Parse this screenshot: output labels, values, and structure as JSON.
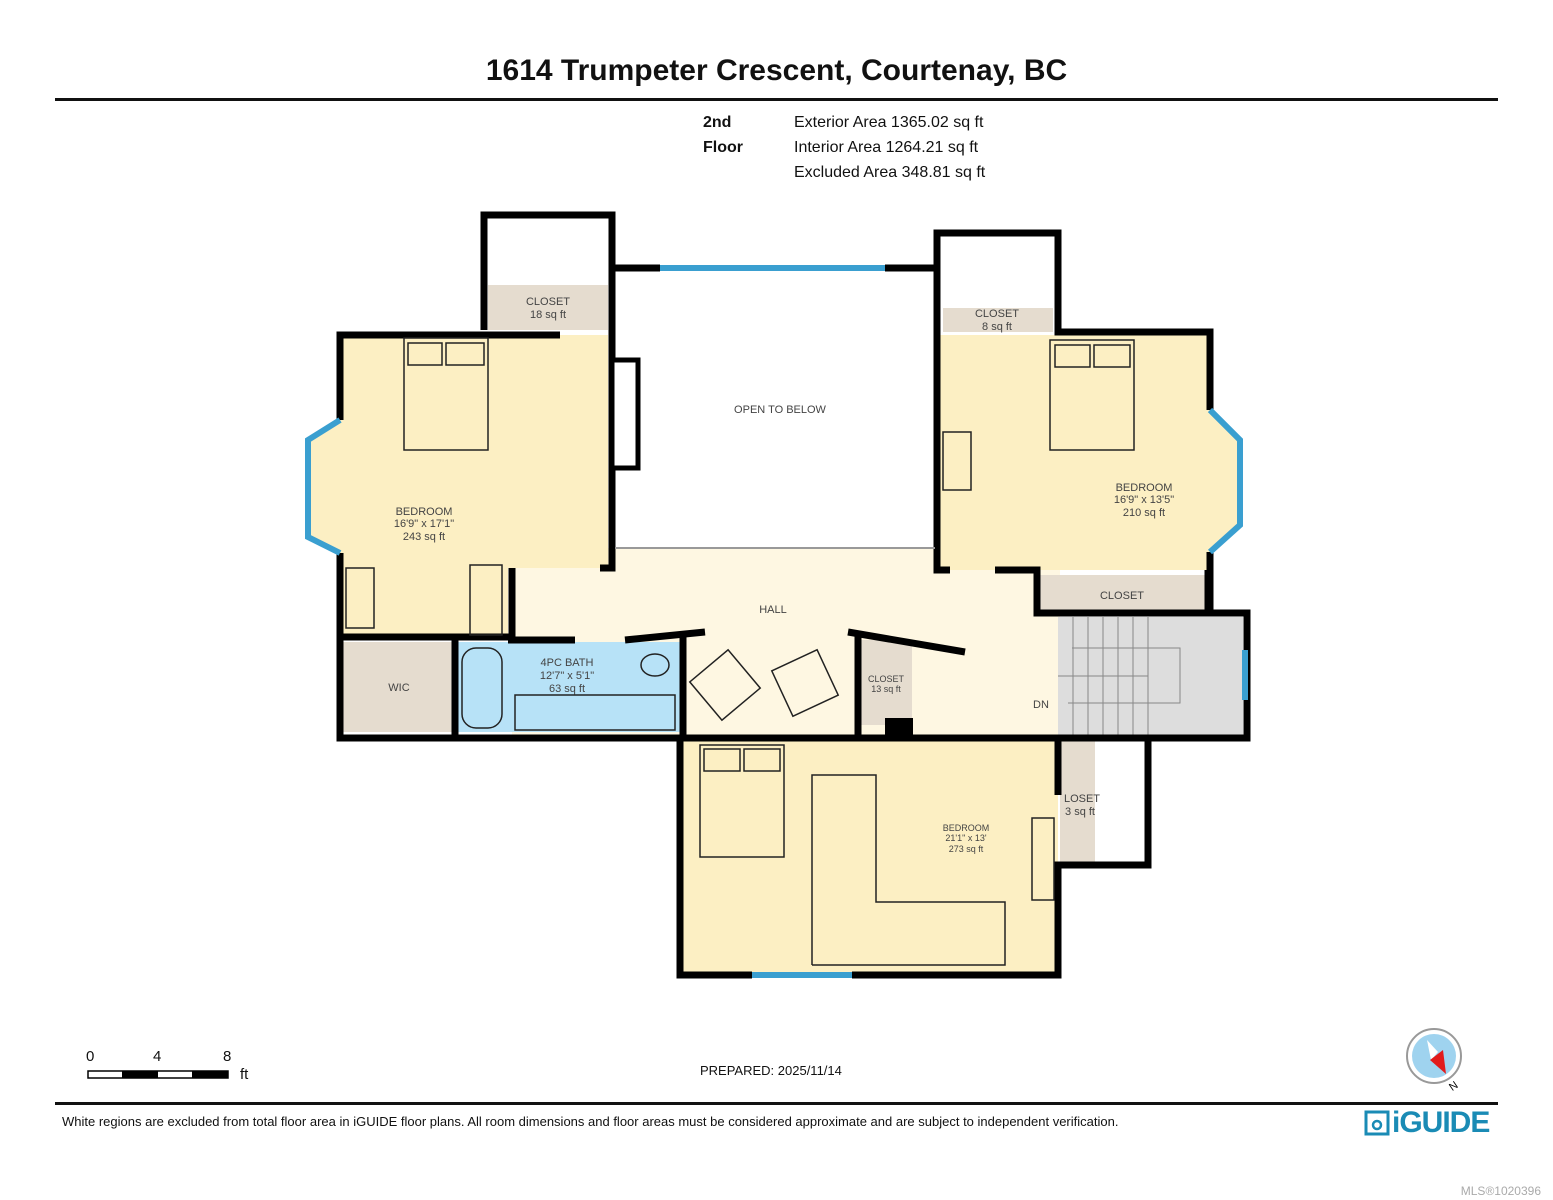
{
  "header": {
    "title": "1614 Trumpeter Crescent, Courtenay, BC"
  },
  "areas": {
    "floor": "2nd Floor",
    "exterior": "Exterior Area 1365.02 sq ft",
    "interior": "Interior Area 1264.21 sq ft",
    "excluded": "Excluded Area 348.81 sq ft"
  },
  "rooms": {
    "closet_tl": {
      "name": "CLOSET",
      "area": "18 sq ft"
    },
    "closet_tr": {
      "name": "CLOSET",
      "area": "8 sq ft"
    },
    "open": {
      "name": "OPEN TO BELOW"
    },
    "bed_left": {
      "name": "BEDROOM",
      "dims": "16'9\" x 17'1\"",
      "area": "243 sq ft"
    },
    "bed_right": {
      "name": "BEDROOM",
      "dims": "16'9\" x 13'5\"",
      "area": "210 sq ft"
    },
    "closet_r": {
      "name": "CLOSET"
    },
    "hall": {
      "name": "HALL"
    },
    "wic": {
      "name": "WIC"
    },
    "bath": {
      "name": "4PC BATH",
      "dims": "12'7\" x 5'1\"",
      "area": "63 sq ft"
    },
    "closet_hall": {
      "name": "CLOSET",
      "area": "13 sq ft"
    },
    "stairs": {
      "name": "DN"
    },
    "bed_bottom": {
      "name": "BEDROOM",
      "dims": "21'1\" x 13'",
      "area": "273 sq ft"
    },
    "closet_br": {
      "name": "LOSET",
      "area": "3 sq ft"
    }
  },
  "colors": {
    "bedroom": "#fcefc3",
    "hall": "#fef7e2",
    "closet": "#e5dccf",
    "bath": "#b7e2f7",
    "stairs": "#dddddd",
    "window": "#3a9fd0",
    "wall": "#000000",
    "brand": "#1a8bb5"
  },
  "scale": {
    "t0": "0",
    "t4": "4",
    "t8": "8",
    "unit": "ft"
  },
  "footer": {
    "prepared": "PREPARED: 2025/11/14",
    "disclaimer": "White regions are excluded from total floor area in iGUIDE floor plans. All room dimensions and floor areas must be considered approximate and are subject to independent verification.",
    "logo": "iGUIDE",
    "mls": "MLS®1020396",
    "compass_label": "N"
  }
}
